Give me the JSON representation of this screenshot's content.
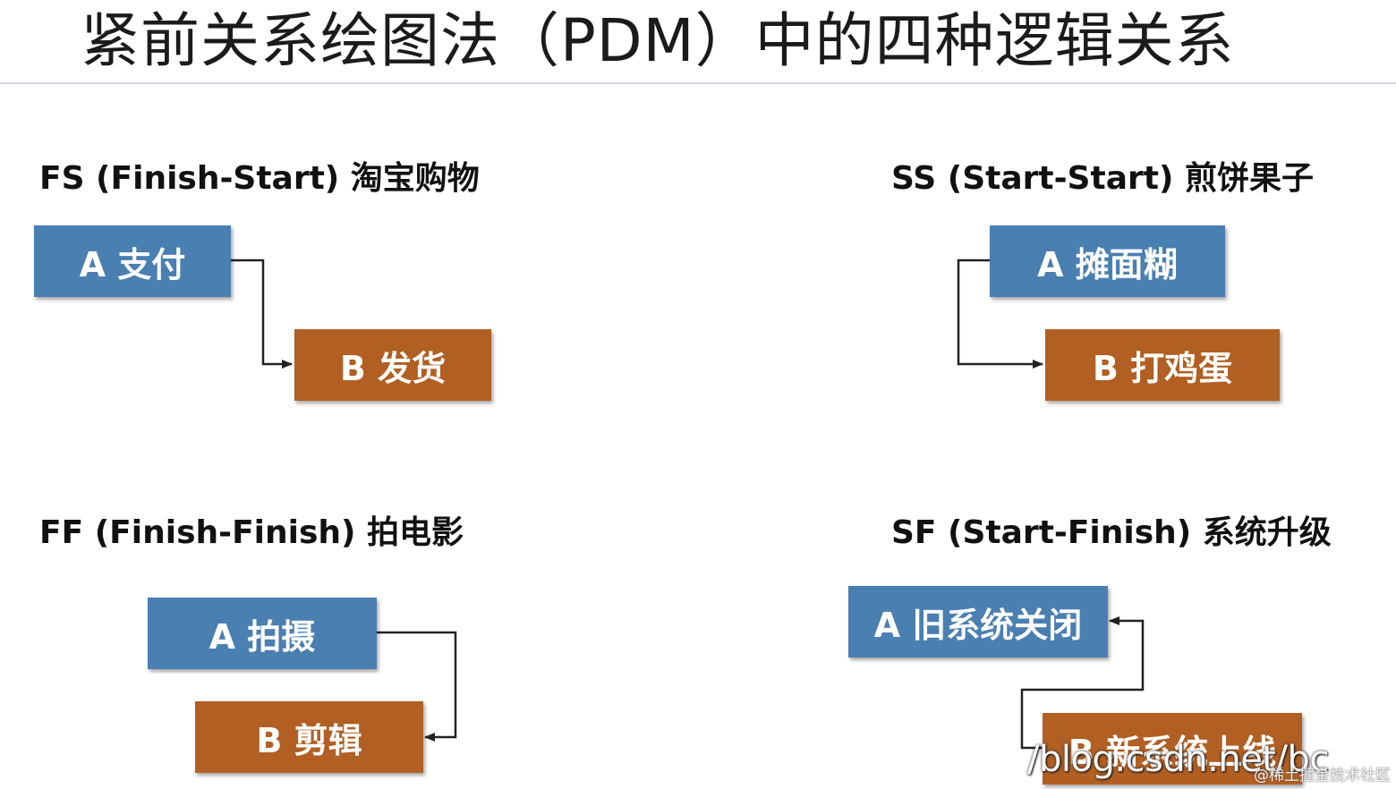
{
  "title": "紧前关系绘图法（PDM）中的四种逻辑关系",
  "sections": {
    "fs": {
      "heading": "FS (Finish-Start)   淘宝购物",
      "a": "A 支付",
      "b": "B 发货"
    },
    "ss": {
      "heading": "SS (Start-Start)   煎饼果子",
      "a": "A  摊面糊",
      "b": "B  打鸡蛋"
    },
    "ff": {
      "heading": "FF (Finish-Finish)   拍电影",
      "a": "A  拍摄",
      "b": "B  剪辑"
    },
    "sf": {
      "heading": "SF (Start-Finish) 系统升级",
      "a": "A 旧系统关闭",
      "b": "B 新系统上线"
    }
  },
  "colors": {
    "box_a": "#4a7fb2",
    "box_b": "#b15f22",
    "connector": "#222222"
  },
  "watermark": {
    "url": "/blog.csdn.net/bc",
    "credit": "@稀土掘金技术社区"
  }
}
